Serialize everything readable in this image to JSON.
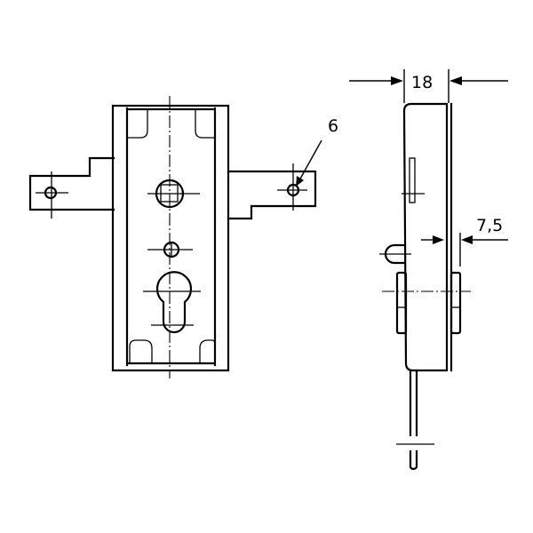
{
  "drawing": {
    "subject": "lock case technical drawing",
    "views": [
      "front-view",
      "side-view"
    ],
    "line_color": "#000000",
    "background": "#ffffff"
  },
  "dimensions": {
    "mounting_hole_diameter": "6",
    "case_depth": "18",
    "faceplate_offset": "7,5"
  }
}
